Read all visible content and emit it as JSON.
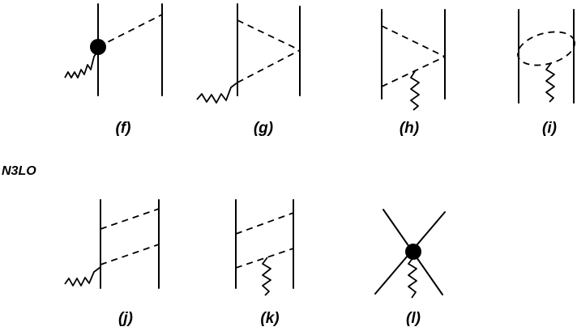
{
  "section_label": "N3LO",
  "diagrams": {
    "f": {
      "label": "(f)"
    },
    "g": {
      "label": "(g)"
    },
    "h": {
      "label": "(h)"
    },
    "i": {
      "label": "(i)"
    },
    "j": {
      "label": "(j)"
    },
    "k": {
      "label": "(k)"
    },
    "l": {
      "label": "(l)"
    }
  }
}
